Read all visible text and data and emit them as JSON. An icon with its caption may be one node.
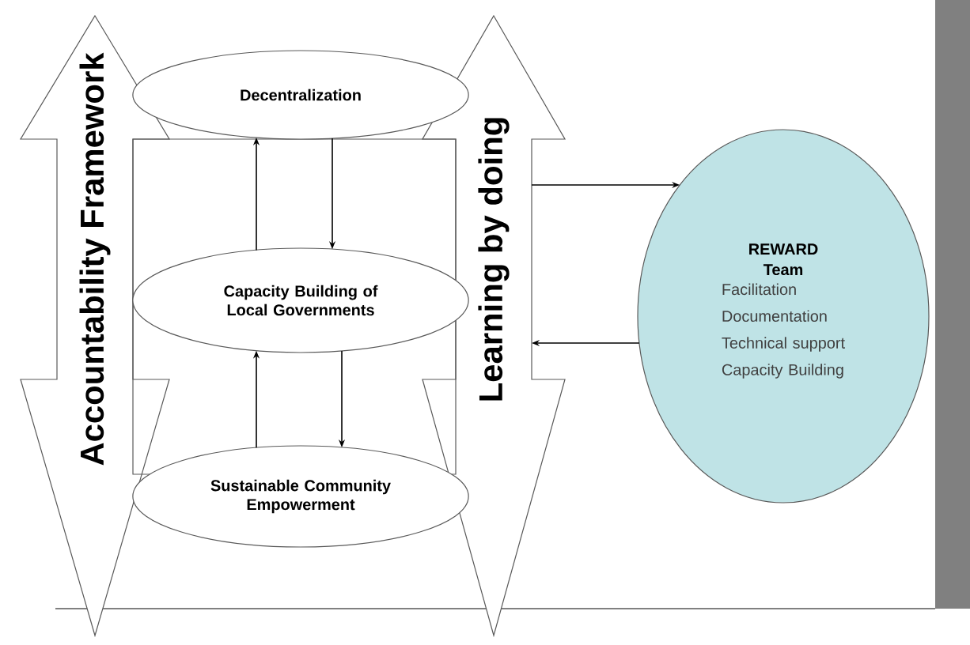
{
  "diagram": {
    "nodes": [
      {
        "text": [
          "Accountability Framework"
        ]
      },
      {
        "text": [
          "Learning by doing"
        ]
      },
      {
        "text": [
          "Decentralization"
        ]
      },
      {
        "text": [
          "Capacity Building of Local Governments"
        ]
      },
      {
        "text": [
          "Sustainable Community Empowerment"
        ]
      },
      {
        "text": [
          "REWARD Team",
          "Facilitation",
          "Documentation",
          "Technical support",
          "Capacity Building"
        ]
      }
    ],
    "edges": [
      {
        "from": 3,
        "to": 2,
        "arrow": "to"
      },
      {
        "from": 2,
        "to": 3,
        "arrow": "to"
      },
      {
        "from": 4,
        "to": 3,
        "arrow": "to"
      },
      {
        "from": 3,
        "to": 4,
        "arrow": "to"
      },
      {
        "from": 1,
        "to": 5,
        "arrow": "to"
      },
      {
        "from": 5,
        "to": 1,
        "arrow": "to"
      }
    ]
  }
}
